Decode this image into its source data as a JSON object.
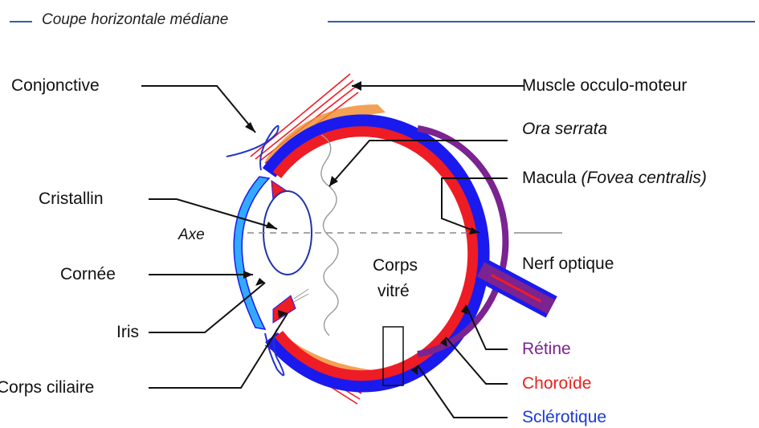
{
  "title": "Coupe horizontale médiane",
  "labels": {
    "conjonctive": "Conjonctive",
    "cristallin": "Cristallin",
    "axe": "Axe",
    "cornee": "Cornée",
    "iris": "Iris",
    "corps_ciliaire": "Corps ciliaire",
    "muscle": "Muscle occulo-moteur",
    "ora_serrata": "Ora serrata",
    "macula": "Macula ",
    "macula_italic": "(Fovea centralis)",
    "corps_vitre_1": "Corps",
    "corps_vitre_2": "vitré",
    "nerf_optique": "Nerf optique",
    "retine": "Rétine",
    "choroide": "Choroïde",
    "sclerotique": "Sclérotique"
  },
  "colors": {
    "sclera": "#1a1aee",
    "choroid": "#ee1c24",
    "retina": "#7b2390",
    "cornea": "#33aaff",
    "muscle": "#e8731c",
    "lens": "#2233aa",
    "retine_label": "#7b2390",
    "choroide_label": "#e8221c",
    "sclerotique_label": "#1a3ad8",
    "title_line": "#3a5ca8"
  }
}
